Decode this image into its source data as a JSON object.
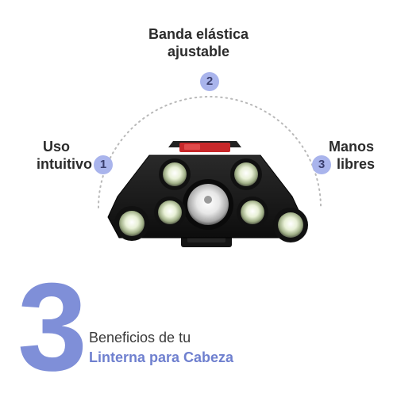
{
  "features": {
    "top": {
      "number": "2",
      "line1": "Banda elástica",
      "line2": "ajustable"
    },
    "left": {
      "number": "1",
      "line1": "Uso",
      "line2": "intuitivo"
    },
    "right": {
      "number": "3",
      "line1": "Manos",
      "line2": "libres"
    }
  },
  "footer": {
    "big_number": "3",
    "line1": "Beneficios de tu",
    "line2": "Linterna para Cabeza"
  },
  "colors": {
    "accent": "#7f8fd8",
    "badge": "#a9b4ec",
    "headlamp_body": "#1b1b1b",
    "headlamp_red": "#c8282a"
  },
  "icons": {
    "product": "headlamp-image"
  }
}
